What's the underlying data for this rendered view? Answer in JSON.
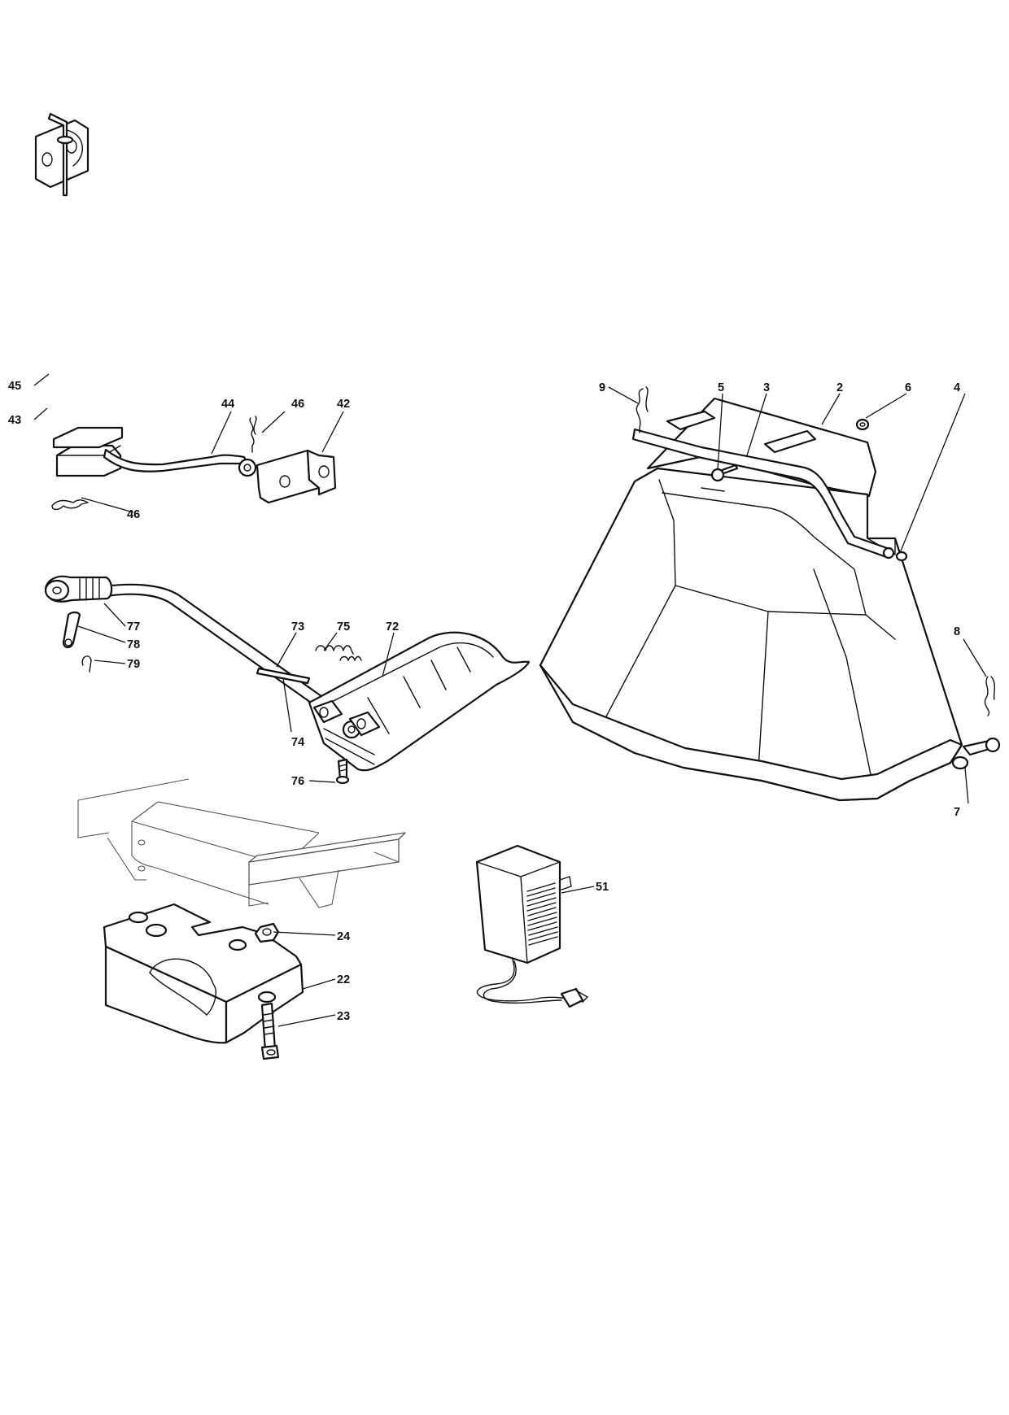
{
  "callouts": {
    "c45": "45",
    "c43": "43",
    "c44": "44",
    "c46a": "46",
    "c42": "42",
    "c46b": "46",
    "c77": "77",
    "c78": "78",
    "c79": "79",
    "c73": "73",
    "c75": "75",
    "c72": "72",
    "c74": "74",
    "c76": "76",
    "c24": "24",
    "c22": "22",
    "c23": "23",
    "c51": "51",
    "c9": "9",
    "c5": "5",
    "c3": "3",
    "c2": "2",
    "c6": "6",
    "c4": "4",
    "c8": "8",
    "c7": "7"
  },
  "icons": {
    "linkage": "hitch-linkage-icon",
    "lever": "lift-lever-icon",
    "plate": "lever-mount-plate-icon",
    "weight": "ballast-weight-icon",
    "charger": "battery-charger-icon",
    "chute": "discharge-chute-icon"
  }
}
